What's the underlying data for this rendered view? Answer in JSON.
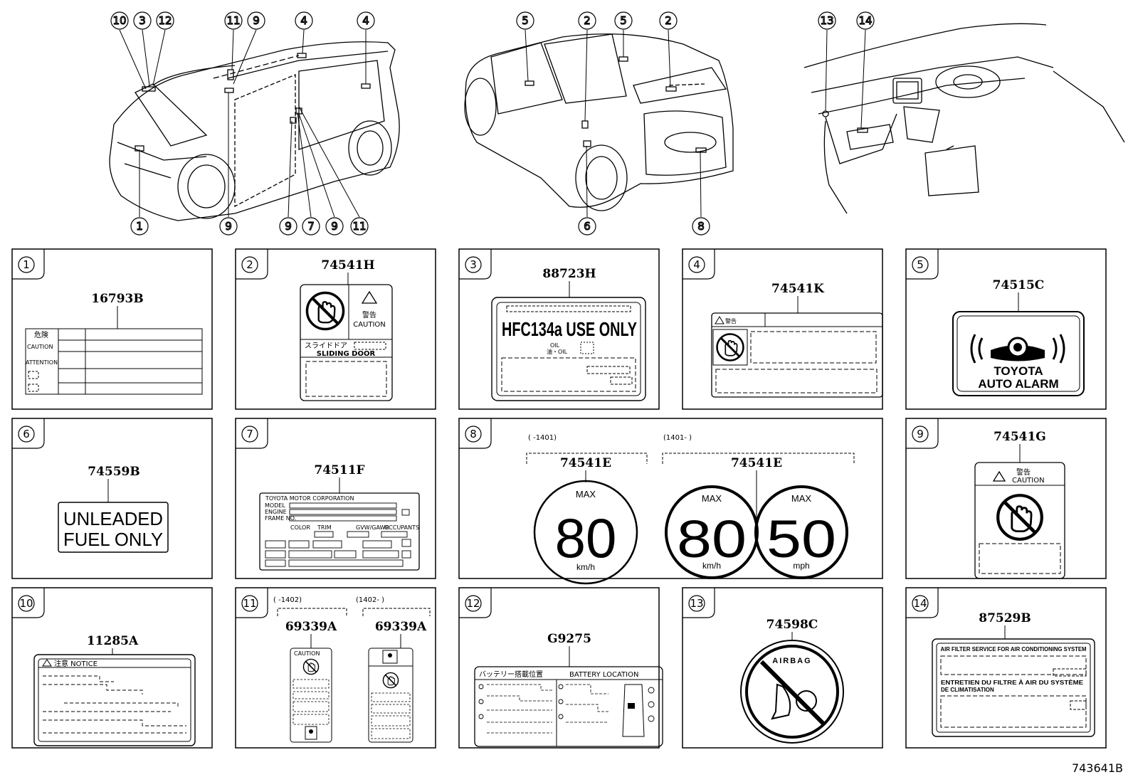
{
  "vehicle_callouts": {
    "front": [
      "10",
      "3",
      "12",
      "11",
      "9",
      "4",
      "4",
      "1",
      "9",
      "9",
      "7",
      "9",
      "11"
    ],
    "rear": [
      "5",
      "2",
      "5",
      "2",
      "6",
      "8"
    ],
    "interior": [
      "13",
      "14"
    ]
  },
  "panels": [
    {
      "num": "1",
      "part": "16793B"
    },
    {
      "num": "2",
      "part": "74541H"
    },
    {
      "num": "3",
      "part": "88723H"
    },
    {
      "num": "4",
      "part": "74541K"
    },
    {
      "num": "5",
      "part": "74515C"
    },
    {
      "num": "6",
      "part": "74559B"
    },
    {
      "num": "7",
      "part": "74511F"
    },
    {
      "num": "8",
      "part": "74541E",
      "part2": "74541E"
    },
    {
      "num": "9",
      "part": "74541G"
    },
    {
      "num": "10",
      "part": "11285A"
    },
    {
      "num": "11",
      "part": "69339A",
      "part2": "69339A"
    },
    {
      "num": "12",
      "part": "G9275"
    },
    {
      "num": "13",
      "part": "74598C"
    },
    {
      "num": "14",
      "part": "87529B"
    }
  ],
  "label_text": {
    "p1": {
      "kiken": "危険",
      "caution": "CAUTION",
      "attention": "ATTENTION"
    },
    "p2": {
      "keikoku": "警告",
      "caution": "CAUTION",
      "slide_jp": "スライドドア",
      "sliding_door": "SLIDING DOOR"
    },
    "p3": {
      "hfc": "HFC134a USE ONLY",
      "oil": "OIL",
      "oil2": "油・OIL"
    },
    "p4": {
      "keikoku": "警告"
    },
    "p5": {
      "line1": "TOYOTA",
      "line2": "AUTO ALARM"
    },
    "p6": {
      "line1": "UNLEADED",
      "line2": "FUEL ONLY"
    },
    "p7": {
      "corp": "TOYOTA MOTOR CORPORATION",
      "model": "MODEL",
      "engine": "ENGINE",
      "frame": "FRAME NO.",
      "color": "COLOR",
      "trim": "TRIM",
      "gvwr": "GVW/GAWR",
      "occ": "OCCUPANTS"
    },
    "p8": {
      "range1": "(     -1401)",
      "range2": "(1401-     )",
      "max": "MAX",
      "v80": "80",
      "v50": "50",
      "kmh": "km/h",
      "mph": "mph"
    },
    "p9": {
      "keikoku": "警告",
      "caution": "CAUTION"
    },
    "p10": {
      "notice": "注意  NOTICE"
    },
    "p11": {
      "range1": "(     -1402)",
      "range2": "(1402-     )",
      "caution": "CAUTION"
    },
    "p12": {
      "battery_jp": "バッテリー搭載位置",
      "battery": "BATTERY LOCATION"
    },
    "p13": {
      "airbag": "AIRBAG"
    },
    "p14": {
      "line1": "AIR FILTER SERVICE FOR AIR CONDITIONING SYSTEM",
      "line2": "ENTRETIEN DU FILTRE À AIR DU SYSTÈME",
      "line3": "DE CLIMATISATION"
    }
  },
  "figure_id": "743641B"
}
